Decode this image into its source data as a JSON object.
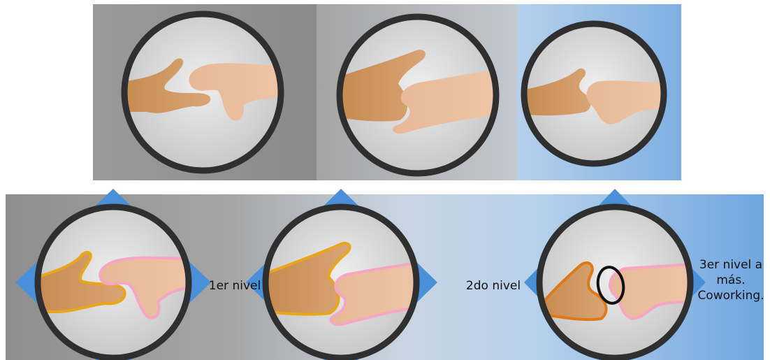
{
  "levels": [
    {
      "label": "1er nivel"
    },
    {
      "label": "2do nivel"
    },
    {
      "label": "3er nivel a\nmás.\nCoworking."
    }
  ],
  "colors": {
    "outline_left_1": "#e8a61a",
    "outline_right": "#f4a6c4",
    "outline_left_3": "#dd7a17",
    "outline_grip": "#111111",
    "lens_ring": "#2f2f2f",
    "diamond": "#4a90d9"
  },
  "icons": [
    "hands-gesture-icon",
    "lens-ring-icon",
    "diamond-marker-icon"
  ]
}
